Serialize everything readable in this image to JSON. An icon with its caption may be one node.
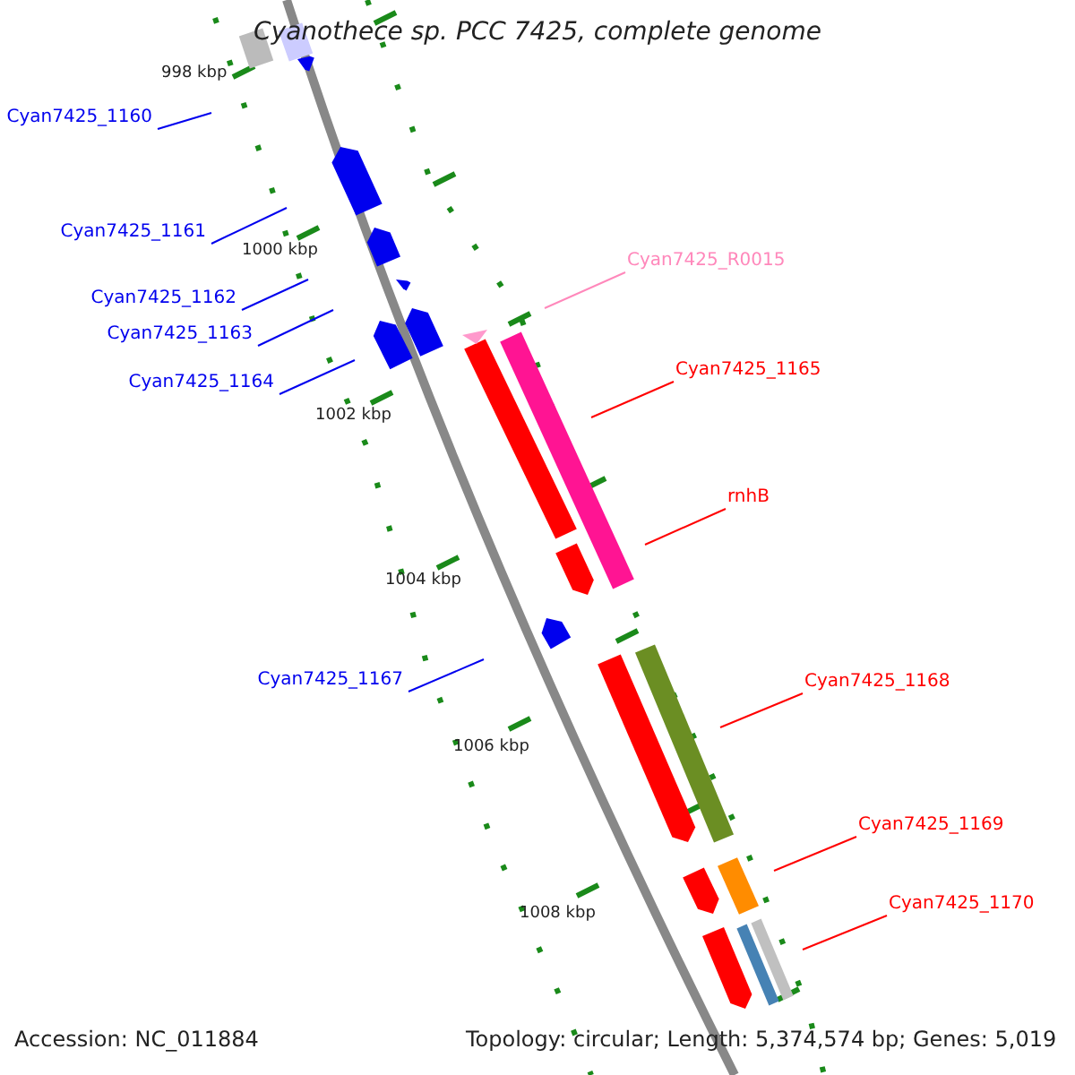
{
  "diagram": {
    "title": "Cyanothece sp. PCC 7425, complete genome",
    "nodes": [
      {
        "text": [
          "Cyan7425_1160"
        ]
      },
      {
        "text": [
          "Cyan7425_1161"
        ]
      },
      {
        "text": [
          "Cyan7425_1162"
        ]
      },
      {
        "text": [
          "Cyan7425_1163"
        ]
      },
      {
        "text": [
          "Cyan7425_1164"
        ]
      },
      {
        "text": [
          "Cyan7425_R0015"
        ]
      },
      {
        "text": [
          "Cyan7425_1165"
        ]
      },
      {
        "text": [
          "rnhB"
        ]
      },
      {
        "text": [
          "Cyan7425_1167"
        ]
      },
      {
        "text": [
          "Cyan7425_1168"
        ]
      },
      {
        "text": [
          "Cyan7425_1169"
        ]
      },
      {
        "text": [
          "Cyan7425_1170"
        ]
      }
    ],
    "edges": [
      {
        "from": 0,
        "to": null,
        "arrow": "none",
        "color": "#0000ee"
      },
      {
        "from": 1,
        "to": null,
        "arrow": "none",
        "color": "#0000ee"
      },
      {
        "from": 2,
        "to": null,
        "arrow": "none",
        "color": "#0000ee"
      },
      {
        "from": 3,
        "to": null,
        "arrow": "none",
        "color": "#0000ee"
      },
      {
        "from": 4,
        "to": null,
        "arrow": "none",
        "color": "#0000ee"
      },
      {
        "from": 5,
        "to": null,
        "arrow": "none",
        "color": "#ff88bb"
      },
      {
        "from": 6,
        "to": null,
        "arrow": "none",
        "color": "#ff0000"
      },
      {
        "from": 7,
        "to": null,
        "arrow": "none",
        "color": "#ff0000"
      },
      {
        "from": 8,
        "to": null,
        "arrow": "none",
        "color": "#0000ee"
      },
      {
        "from": 9,
        "to": null,
        "arrow": "none",
        "color": "#ff0000"
      },
      {
        "from": 10,
        "to": null,
        "arrow": "none",
        "color": "#ff0000"
      },
      {
        "from": 11,
        "to": null,
        "arrow": "none",
        "color": "#ff0000"
      }
    ],
    "labels": [
      "998 kbp",
      "1000 kbp",
      "1002 kbp",
      "1004 kbp",
      "1006 kbp",
      "1008 kbp",
      "Accession: NC_011884",
      "Topology: circular; Length: 5,374,574 bp; Genes: 5,019"
    ]
  }
}
